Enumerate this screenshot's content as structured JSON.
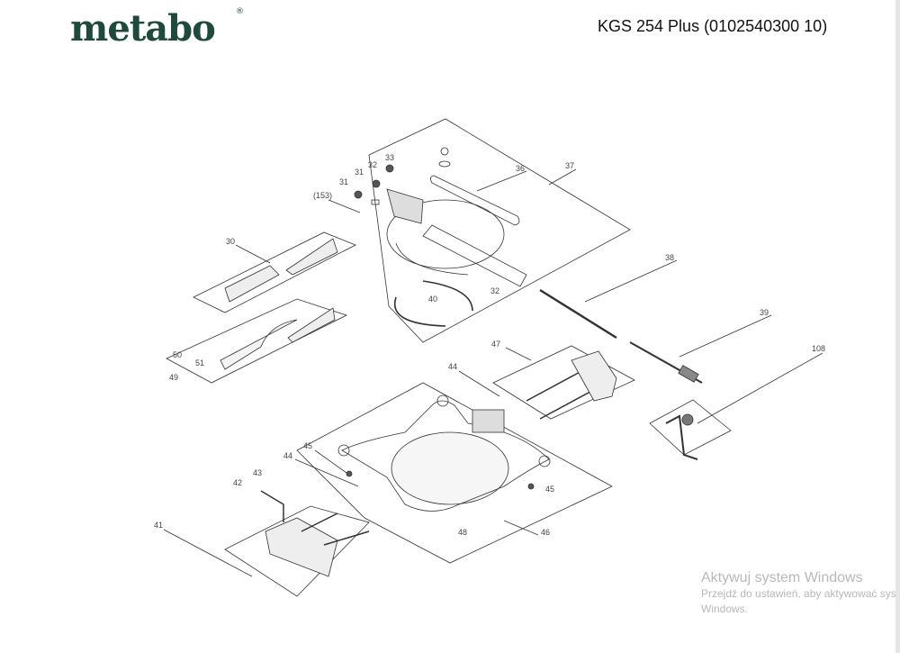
{
  "header": {
    "brand": "metabo",
    "registered": "®",
    "model_title": "KGS 254 Plus (0102540300 10)"
  },
  "callouts": [
    "36",
    "37",
    "33",
    "32",
    "31",
    "31",
    "(153)",
    "30",
    "32",
    "40",
    "38",
    "39",
    "47",
    "108",
    "44",
    "50",
    "51",
    "49",
    "45",
    "44",
    "43",
    "42",
    "45",
    "41",
    "48",
    "46"
  ],
  "watermark": {
    "title": "Aktywuj system Windows",
    "line1": "Przejdź do ustawień, aby aktywować sys",
    "line2": "Windows."
  },
  "colors": {
    "brand": "#1d4a3c",
    "lines": "#333333"
  }
}
